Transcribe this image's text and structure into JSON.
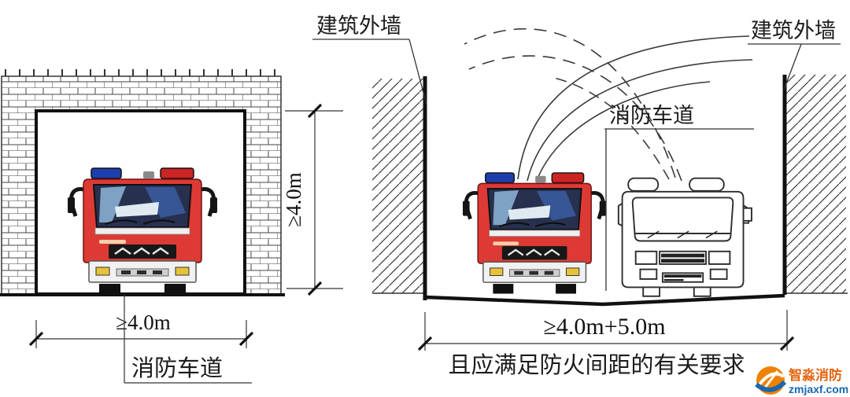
{
  "left_figure": {
    "height_dimension": "≥4.0m",
    "width_dimension": "≥4.0m",
    "road_label": "消防车道"
  },
  "right_figure": {
    "wall_label_left": "建筑外墙",
    "wall_label_right": "建筑外墙",
    "road_label": "消防车道",
    "width_dimension": "≥4.0m+5.0m",
    "requirement_note": "且应满足防火间距的有关要求"
  },
  "watermark": {
    "brand_name": "智淼消防",
    "website": "zmjaxf.com",
    "brand_color": "#e8650f",
    "website_color": "#1a67b0"
  },
  "colors": {
    "line": "#2e2e2e",
    "truck_red": "#dd3a35",
    "windshield_dark": "#27304e",
    "light_bar_blue": "#1d3fae",
    "light_bar_red": "#cc2424",
    "fog_light_yellow": "#e7c33a"
  }
}
